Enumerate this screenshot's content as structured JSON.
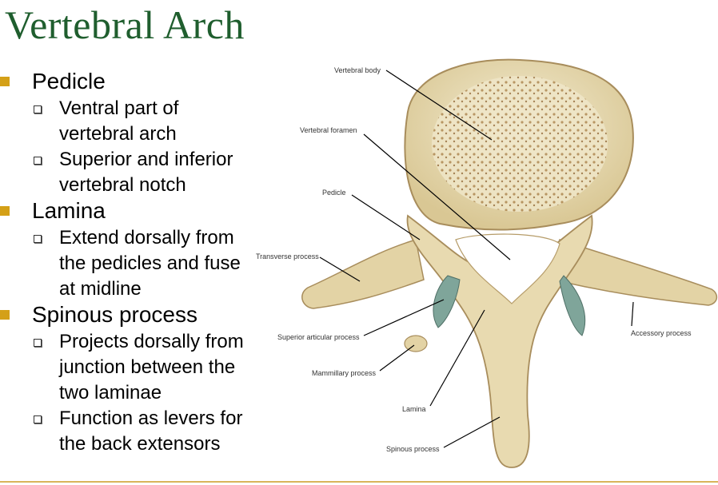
{
  "title": "Vertebral Arch",
  "bullets": [
    {
      "label": "Pedicle",
      "subs": [
        "Ventral part of",
        "vertebral arch",
        "Superior and inferior",
        "vertebral notch"
      ]
    },
    {
      "label": "Lamina",
      "subs": [
        "Extend dorsally from",
        "the pedicles and fuse",
        "at midline"
      ]
    },
    {
      "label": "Spinous process",
      "subs": [
        "Projects dorsally from",
        "junction between the",
        "two laminae",
        "Function as levers for",
        "the back extensors"
      ]
    }
  ],
  "figure_labels": {
    "vertebral_body": "Vertebral body",
    "vertebral_foramen": "Vertebral foramen",
    "pedicle": "Pedicle",
    "transverse_process": "Transverse process",
    "superior_articular_process": "Superior articular process",
    "mammillary_process": "Mammillary process",
    "lamina": "Lamina",
    "spinous_process": "Spinous process",
    "accessory_process": "Accessory process"
  },
  "colors": {
    "title": "#1f5e2e",
    "bullet_square": "#d4a017",
    "bone": "#e9dcb2",
    "bone_shadow": "#c2ac76",
    "articular_facet": "#7fa59a",
    "footer_line": "#d9b45a"
  }
}
